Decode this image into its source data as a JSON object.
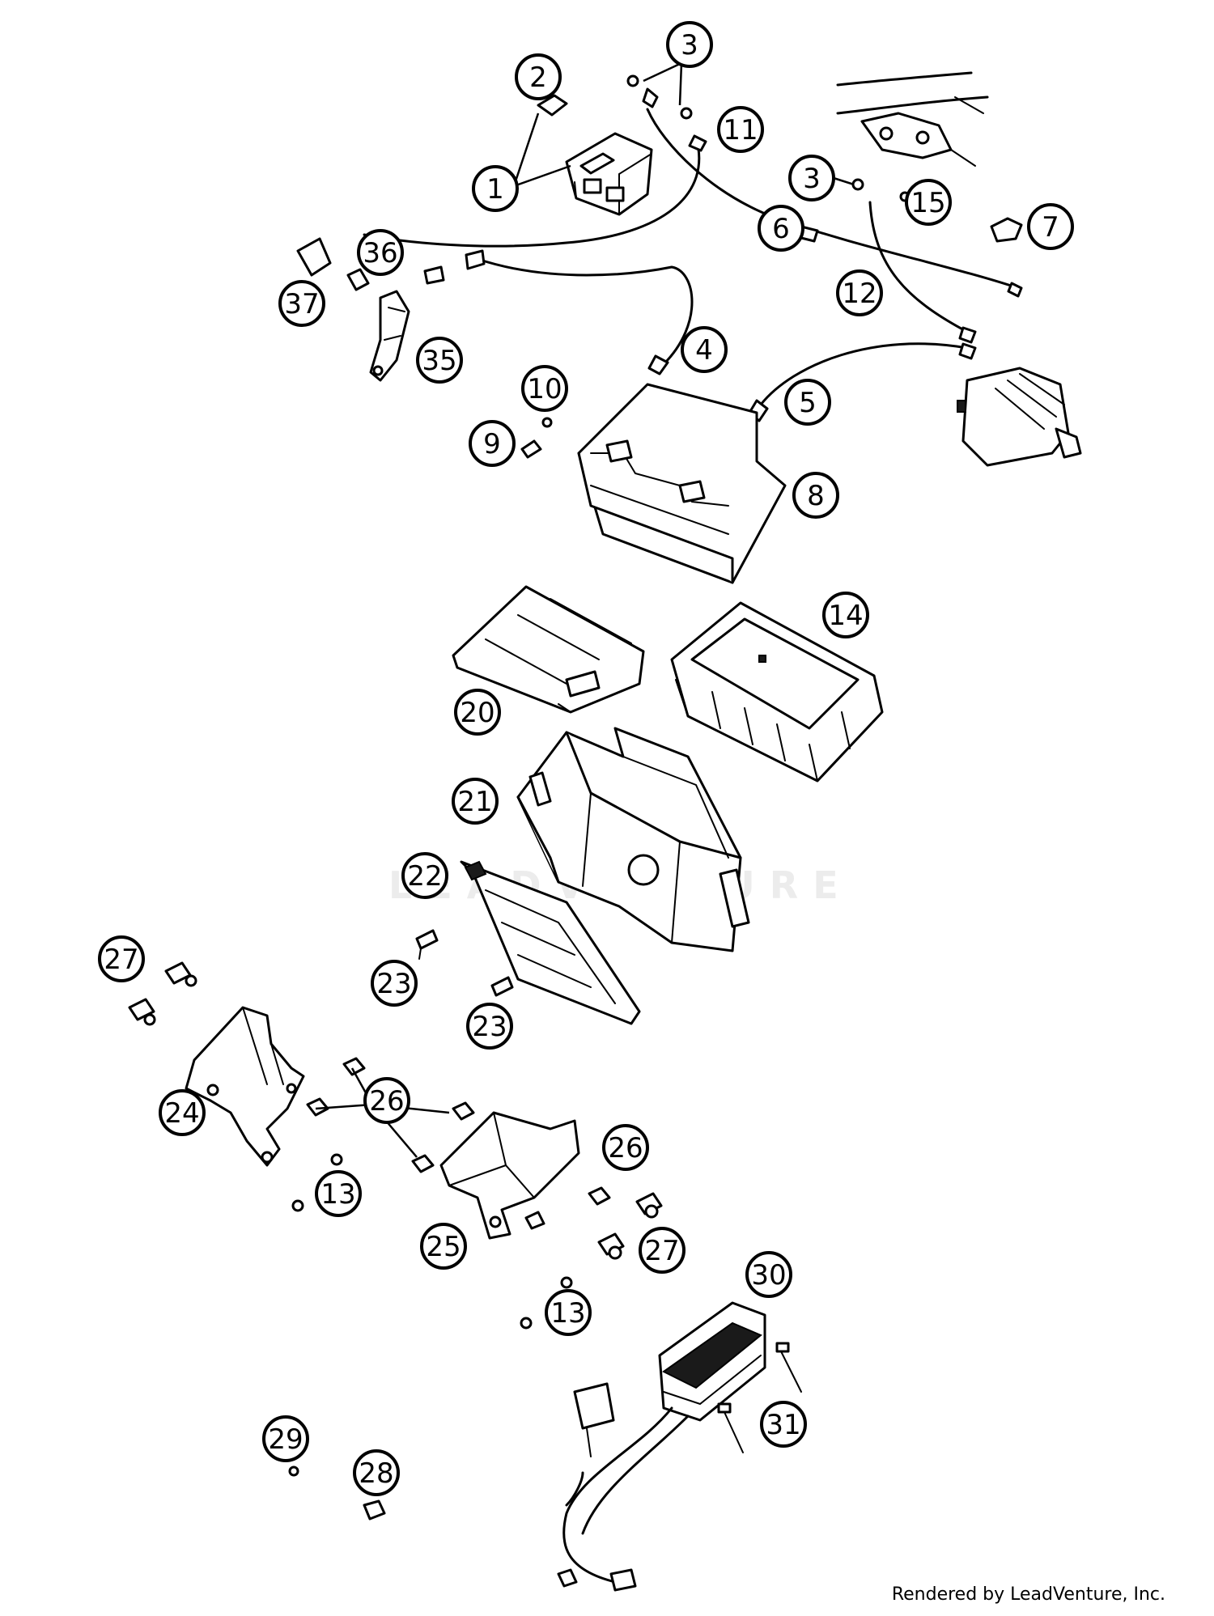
{
  "diagram": {
    "callouts": [
      {
        "id": "c1",
        "label": "1"
      },
      {
        "id": "c2",
        "label": "2"
      },
      {
        "id": "c3a",
        "label": "3"
      },
      {
        "id": "c3b",
        "label": "3"
      },
      {
        "id": "c4",
        "label": "4"
      },
      {
        "id": "c5",
        "label": "5"
      },
      {
        "id": "c6",
        "label": "6"
      },
      {
        "id": "c7",
        "label": "7"
      },
      {
        "id": "c8",
        "label": "8"
      },
      {
        "id": "c9",
        "label": "9"
      },
      {
        "id": "c10",
        "label": "10"
      },
      {
        "id": "c11",
        "label": "11"
      },
      {
        "id": "c12",
        "label": "12"
      },
      {
        "id": "c13a",
        "label": "13"
      },
      {
        "id": "c13b",
        "label": "13"
      },
      {
        "id": "c14",
        "label": "14"
      },
      {
        "id": "c15",
        "label": "15"
      },
      {
        "id": "c20",
        "label": "20"
      },
      {
        "id": "c21",
        "label": "21"
      },
      {
        "id": "c22",
        "label": "22"
      },
      {
        "id": "c23a",
        "label": "23"
      },
      {
        "id": "c23b",
        "label": "23"
      },
      {
        "id": "c24",
        "label": "24"
      },
      {
        "id": "c25",
        "label": "25"
      },
      {
        "id": "c26a",
        "label": "26"
      },
      {
        "id": "c26b",
        "label": "26"
      },
      {
        "id": "c27a",
        "label": "27"
      },
      {
        "id": "c27b",
        "label": "27"
      },
      {
        "id": "c28",
        "label": "28"
      },
      {
        "id": "c29",
        "label": "29"
      },
      {
        "id": "c30",
        "label": "30"
      },
      {
        "id": "c31",
        "label": "31"
      },
      {
        "id": "c35",
        "label": "35"
      },
      {
        "id": "c36",
        "label": "36"
      },
      {
        "id": "c37",
        "label": "37"
      }
    ],
    "watermark": "LEADVENTURE",
    "footer": "Rendered by LeadVenture, Inc."
  }
}
